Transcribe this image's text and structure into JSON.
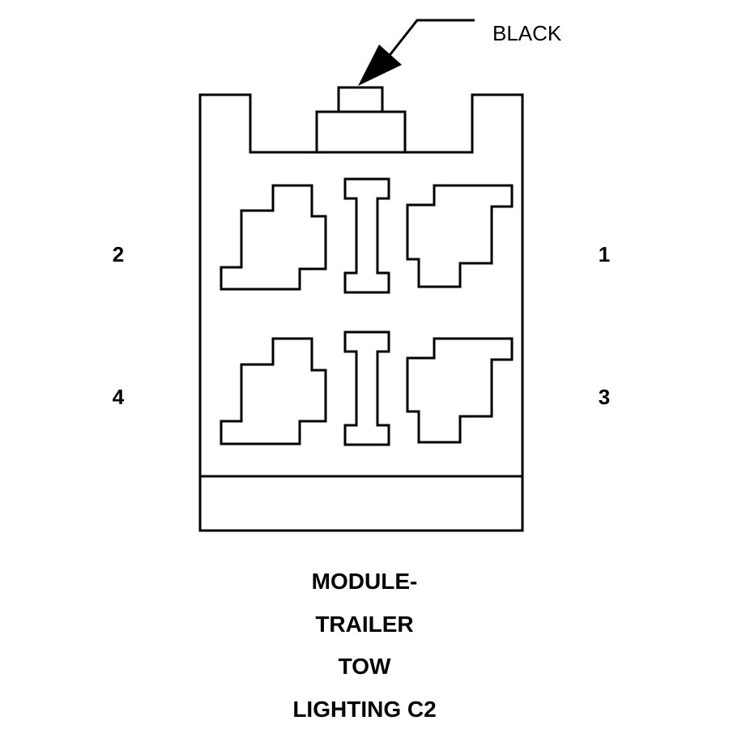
{
  "connector": {
    "color_label": "BLACK",
    "pins": [
      {
        "number": "1"
      },
      {
        "number": "2"
      },
      {
        "number": "3"
      },
      {
        "number": "4"
      }
    ]
  },
  "title_lines": [
    "MODULE-",
    "TRAILER",
    "TOW",
    "LIGHTING C2"
  ]
}
